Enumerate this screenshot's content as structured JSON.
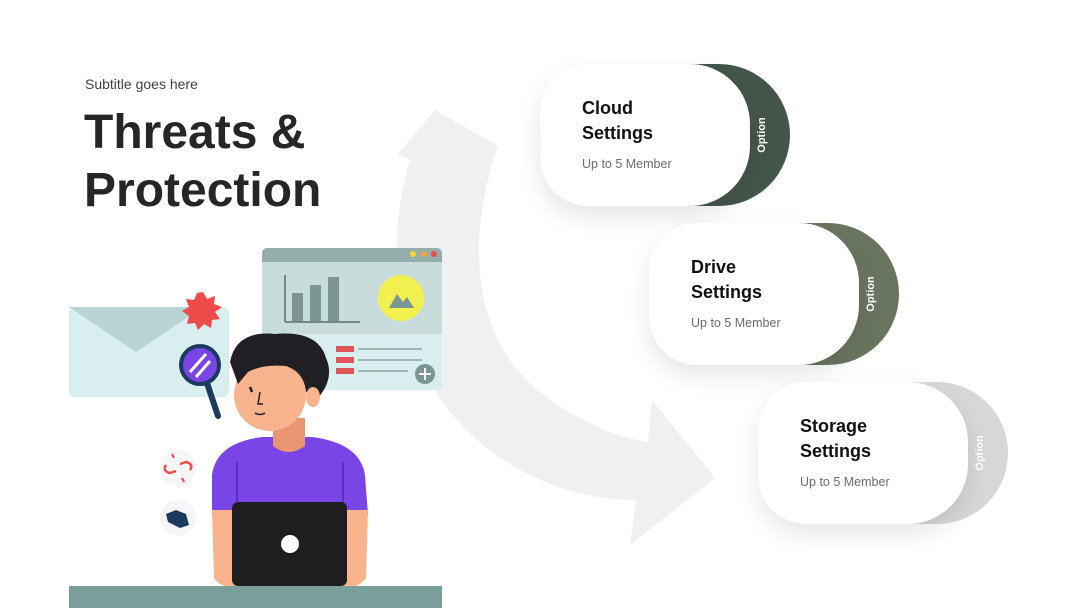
{
  "header": {
    "subtitle": "Subtitle goes here",
    "title_line1": "Threats &",
    "title_line2": "Protection"
  },
  "cards": [
    {
      "title_line1": "Cloud",
      "title_line2": "Settings",
      "meta": "Up to 5 Member",
      "tab_label": "Option",
      "tab_color": "#44554b"
    },
    {
      "title_line1": "Drive",
      "title_line2": "Settings",
      "meta": "Up to 5 Member",
      "tab_label": "Option",
      "tab_color": "#6a7560"
    },
    {
      "title_line1": "Storage",
      "title_line2": "Settings",
      "meta": "Up to 5 Member",
      "tab_label": "Option",
      "tab_color": "#d7d7d5"
    }
  ],
  "colors": {
    "arrow": "#f0f0f0",
    "shirt": "#7a45e6",
    "desk": "#7a9e99",
    "window_bar": "#93aeaa",
    "window_panel": "#d9eeee"
  }
}
